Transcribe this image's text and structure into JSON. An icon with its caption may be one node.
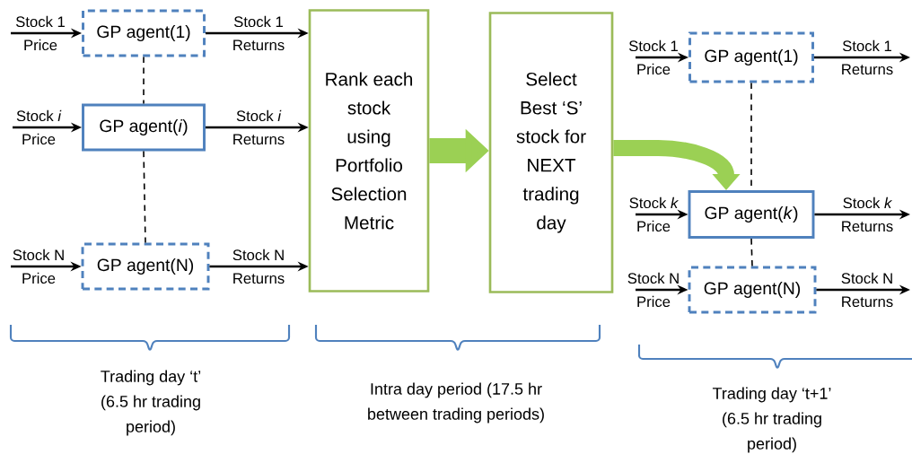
{
  "diagram": {
    "nodes": [
      {
        "text": [
          "GP agent(1)"
        ]
      },
      {
        "text": [
          "GP agent(*i*)"
        ]
      },
      {
        "text": [
          "GP agent(N)"
        ]
      },
      {
        "text": [
          "Rank each stock using Portfolio Selection Metric"
        ]
      },
      {
        "text": [
          "Select Best ‘S’ stock for NEXT trading day"
        ]
      },
      {
        "text": [
          "GP agent(1)"
        ]
      },
      {
        "text": [
          "GP agent(*k*)"
        ]
      },
      {
        "text": [
          "GP agent(N)"
        ]
      }
    ],
    "edges": [
      {
        "from": null,
        "to": 0,
        "arrow": "to",
        "label": "Stock 1 Price"
      },
      {
        "from": 0,
        "to": 3,
        "arrow": "to",
        "label": "Stock 1 Returns"
      },
      {
        "from": null,
        "to": 1,
        "arrow": "to",
        "label": "Stock *i* Price"
      },
      {
        "from": 1,
        "to": 3,
        "arrow": "to",
        "label": "Stock *i* Returns"
      },
      {
        "from": null,
        "to": 2,
        "arrow": "to",
        "label": "Stock N Price"
      },
      {
        "from": 2,
        "to": 3,
        "arrow": "to",
        "label": "Stock N Returns"
      },
      {
        "from": 0,
        "to": 1,
        "arrow": "none",
        "style": "dashed"
      },
      {
        "from": 1,
        "to": 2,
        "arrow": "none",
        "style": "dashed"
      },
      {
        "from": 3,
        "to": 4,
        "arrow": "to",
        "style": "thick",
        "color": "#9bd054"
      },
      {
        "from": 4,
        "to": 6,
        "arrow": "to",
        "style": "thick",
        "color": "#9bd054"
      },
      {
        "from": null,
        "to": 5,
        "arrow": "to",
        "label": "Stock 1 Price"
      },
      {
        "from": 5,
        "to": null,
        "arrow": "to",
        "label": "Stock 1 Returns"
      },
      {
        "from": null,
        "to": 6,
        "arrow": "to",
        "label": "Stock *k* Price"
      },
      {
        "from": 6,
        "to": null,
        "arrow": "to",
        "label": "Stock *k* Returns"
      },
      {
        "from": null,
        "to": 7,
        "arrow": "to",
        "label": "Stock N Price"
      },
      {
        "from": 7,
        "to": null,
        "arrow": "to",
        "label": "Stock N Returns"
      },
      {
        "from": 5,
        "to": 6,
        "arrow": "none",
        "style": "dashed"
      },
      {
        "from": 6,
        "to": 7,
        "arrow": "none",
        "style": "dashed"
      }
    ],
    "labels": [
      "Trading day ‘t’ (6.5 hr trading period)",
      "Intra day period (17.5 hr between trading periods)",
      "Trading day ‘t+1’ (6.5 hr trading period)"
    ]
  }
}
